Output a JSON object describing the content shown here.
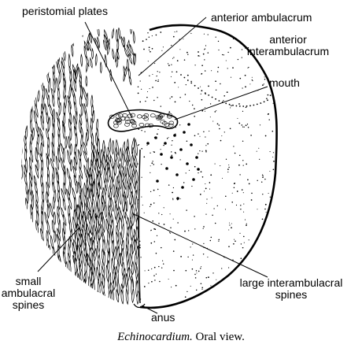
{
  "labels": {
    "peristomial_plates": "peristomial plates",
    "anterior_ambulacrum": "anterior ambulacrum",
    "anterior_interambulacrum_line1": "anterior",
    "anterior_interambulacrum_line2": "interambulacrum",
    "mouth": "mouth",
    "small_ambulacral_line1": "small",
    "small_ambulacral_line2": "ambulacral",
    "small_ambulacral_line3": "spines",
    "large_interambulacral_line1": "large interambulacral",
    "large_interambulacral_line2": "spines",
    "anus": "anus"
  },
  "caption": {
    "genus": "Echinocardium.",
    "view": " Oral view."
  },
  "colors": {
    "ink": "#000000",
    "paper": "#ffffff"
  }
}
